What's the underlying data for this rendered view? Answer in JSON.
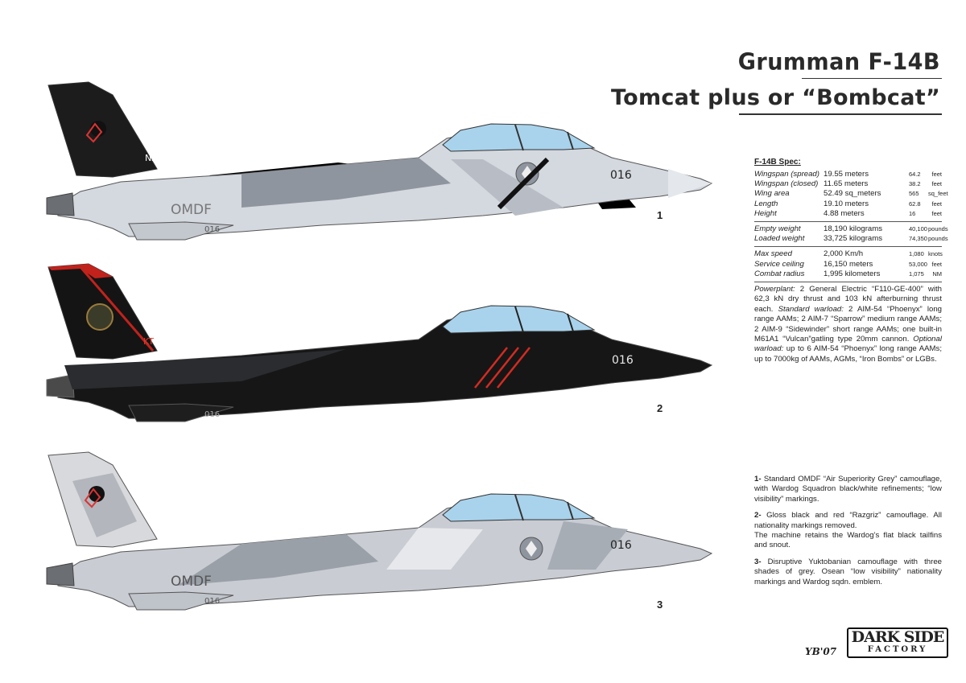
{
  "title": {
    "line1": "Grumman F-14B",
    "line2": "Tomcat plus or “Bombcat”"
  },
  "spec": {
    "heading": "F-14B Spec:",
    "dimensions": [
      {
        "label": "Wingspan (spread)",
        "metric": "19.55 meters",
        "imperial": "64.2",
        "unit": "feet"
      },
      {
        "label": "Wingspan (closed)",
        "metric": "11.65 meters",
        "imperial": "38.2",
        "unit": "feet"
      },
      {
        "label": "Wing area",
        "metric": "52.49 sq_meters",
        "imperial": "565",
        "unit": "sq_feet"
      },
      {
        "label": "Length",
        "metric": "19.10 meters",
        "imperial": "62.8",
        "unit": "feet"
      },
      {
        "label": "Height",
        "metric": "4.88 meters",
        "imperial": "16",
        "unit": "feet"
      }
    ],
    "weights": [
      {
        "label": "Empty weight",
        "metric": "18,190 kilograms",
        "imperial": "40,100",
        "unit": "pounds"
      },
      {
        "label": "Loaded weight",
        "metric": "33,725 kilograms",
        "imperial": "74,350",
        "unit": "pounds"
      }
    ],
    "performance": [
      {
        "label": "Max speed",
        "metric": "2,000 Km/h",
        "imperial": "1,080",
        "unit": "knots"
      },
      {
        "label": "Service ceiling",
        "metric": "16,150 meters",
        "imperial": "53,000",
        "unit": "feet"
      },
      {
        "label": "Combat radius",
        "metric": "1,995 kilometers",
        "imperial": "1,075",
        "unit": "NM"
      }
    ],
    "powerplant_label": "Powerplant:",
    "powerplant_text": " 2 General Electric “F110-GE-400” with 62,3 kN dry thrust and 103 kN afterburning thrust each.",
    "std_label": "Standard warload:",
    "std_text": " 2 AIM-54 “Phoenyx” long range AAMs; 2 AIM-7 “Sparrow” medium range AAMs; 2 AIM-9 “Sidewinder” short range AAMs; one built-in M61A1 “Vulcan”gatling type 20mm cannon.",
    "opt_label": "Optional warload:",
    "opt_text": " up to 6 AIM-54 “Phoenyx” long range AAMs; up to 7000kg of AAMs, AGMs, “Iron Bombs” or LGBs."
  },
  "notes": [
    {
      "num": "1-",
      "text": " Standard OMDF “Air Superiority Grey” camouflage, with Wardog Squadron black/white refinements; “low visibility” markings."
    },
    {
      "num": "2-",
      "text": " Gloss black and red “Razgriz” camouflage. All nationality markings removed.",
      "extra": "The machine retains the Wardog’s flat black tailfins and snout."
    },
    {
      "num": "3-",
      "text": " Disruptive Yuktobanian camouflage with three shades of grey. Osean “low visibility” nationality markings and Wardog sqdn. emblem."
    }
  ],
  "aircraft": [
    {
      "index": "1",
      "tail_code": "NZ",
      "modex": "016",
      "belly_modex": "016",
      "service": "OMDF",
      "tail_color": "#1c1c1c",
      "body_color": "#d4d8df",
      "nose_color": "#d9dde3"
    },
    {
      "index": "2",
      "tail_code": "KT",
      "modex": "016",
      "belly_modex": "016",
      "service": "",
      "tail_color": "#141414",
      "body_color": "#161616",
      "nose_color": "#0e0e0e"
    },
    {
      "index": "3",
      "tail_code": "",
      "modex": "016",
      "belly_modex": "016",
      "service": "OMDF",
      "tail_color": "#d8d9dc",
      "body_color": "#c9ccd3",
      "nose_color": "#cfd2d8"
    }
  ],
  "signature": "YB'07",
  "logo": {
    "line1": "DARK SIDE",
    "line2": "FACTORY"
  }
}
